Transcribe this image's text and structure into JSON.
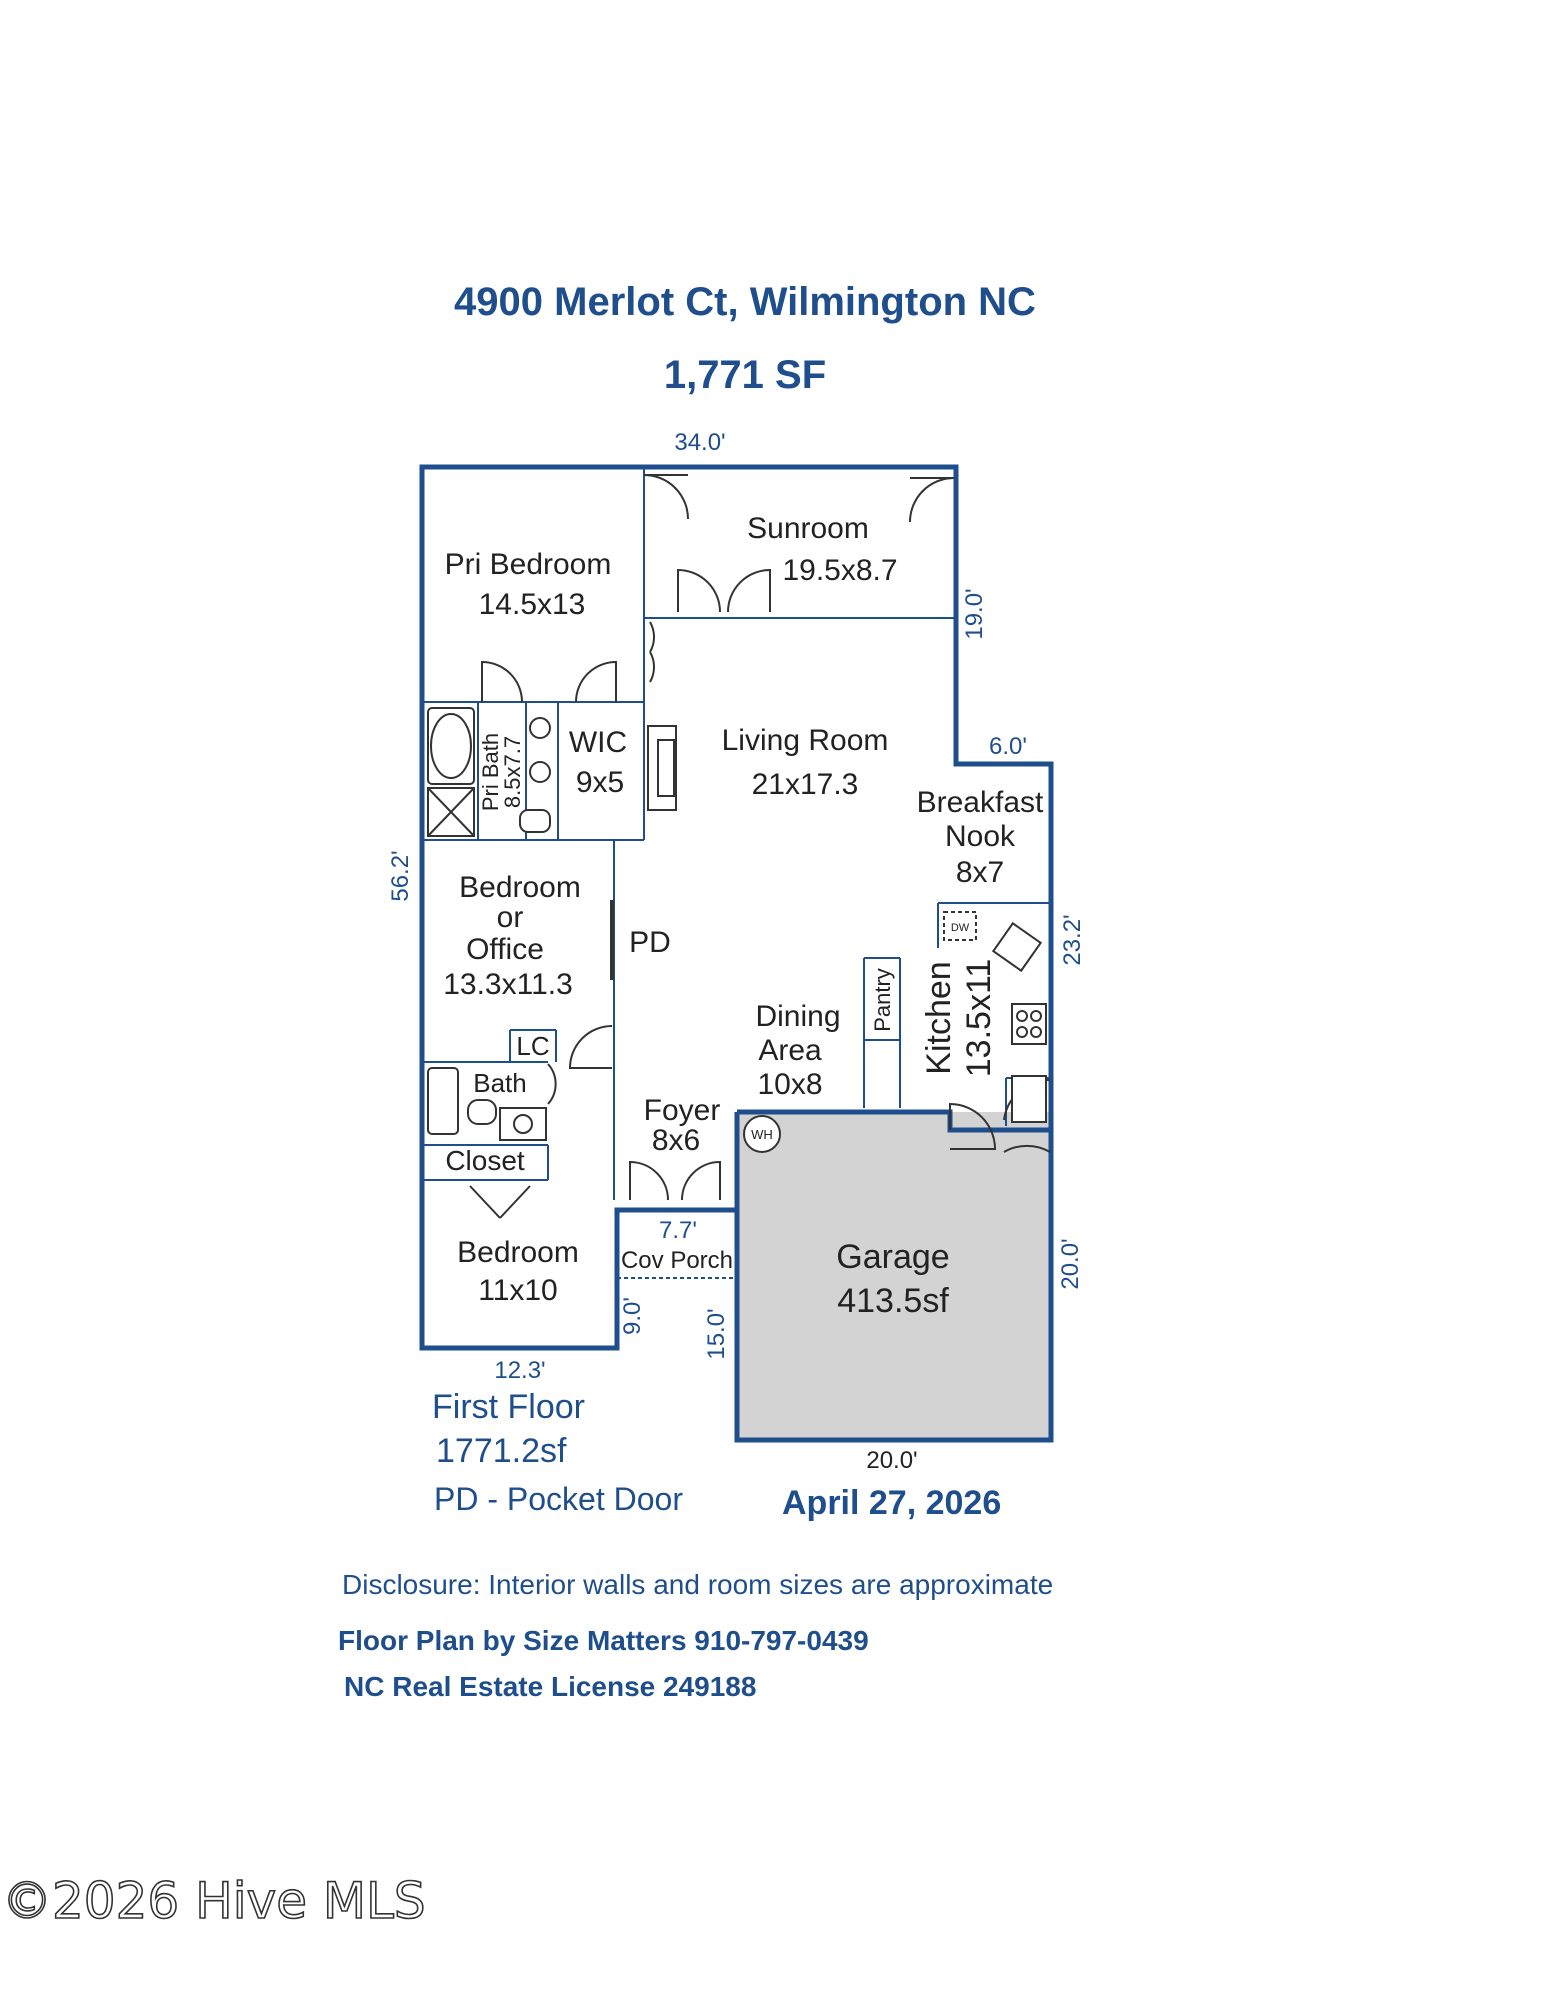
{
  "header": {
    "address": "4900 Merlot Ct, Wilmington NC",
    "total_sf": "1,771 SF"
  },
  "rooms": {
    "sunroom": {
      "name": "Sunroom",
      "size": "19.5x8.7"
    },
    "pri_bedroom": {
      "name": "Pri Bedroom",
      "size": "14.5x13"
    },
    "pri_bath": {
      "name": "Pri Bath",
      "size": "8.5x7.7"
    },
    "wic": {
      "name": "WIC",
      "size": "9x5"
    },
    "living_room": {
      "name": "Living Room",
      "size": "21x17.3"
    },
    "breakfast_nook": {
      "name_line1": "Breakfast",
      "name_line2": "Nook",
      "size": "8x7"
    },
    "bedroom_office": {
      "line1": "Bedroom",
      "line2": "or",
      "line3": "Office",
      "size": "13.3x11.3"
    },
    "pd": "PD",
    "dining": {
      "line1": "Dining",
      "line2": "Area",
      "size": "10x8"
    },
    "pantry": "Pantry",
    "kitchen": {
      "name": "Kitchen",
      "size": "13.5x11"
    },
    "dw": "DW",
    "lc": "LC",
    "bath": "Bath",
    "foyer": {
      "name": "Foyer",
      "size": "8x6"
    },
    "wh": "WH",
    "closet": "Closet",
    "bedroom": {
      "name": "Bedroom",
      "size": "11x10"
    },
    "cov_porch": {
      "name": "Cov Porch",
      "width": "7.7'"
    },
    "garage": {
      "name": "Garage",
      "size": "413.5sf"
    }
  },
  "dimensions": {
    "top": "34.0'",
    "right_upper": "19.0'",
    "step": "6.0'",
    "right_middle": "23.2'",
    "left": "56.2'",
    "bottom_left": "12.3'",
    "porch_depth": "9.0'",
    "garage_offset": "15.0'",
    "garage_side": "20.0'",
    "garage_bottom": "20.0'"
  },
  "notes": {
    "floor_label": "First Floor",
    "floor_area": "1771.2sf",
    "legend": "PD - Pocket Door",
    "date": "April 27, 2026"
  },
  "footer": {
    "disclosure": "Disclosure: Interior walls and room sizes are approximate",
    "credit": "Floor Plan by Size Matters 910-797-0439",
    "license": "NC Real Estate License 249188"
  },
  "watermark": "©2026 Hive MLS",
  "colors": {
    "wall": "#1f4e8c",
    "garage_fill": "#d3d3d3",
    "text": "#222222"
  }
}
